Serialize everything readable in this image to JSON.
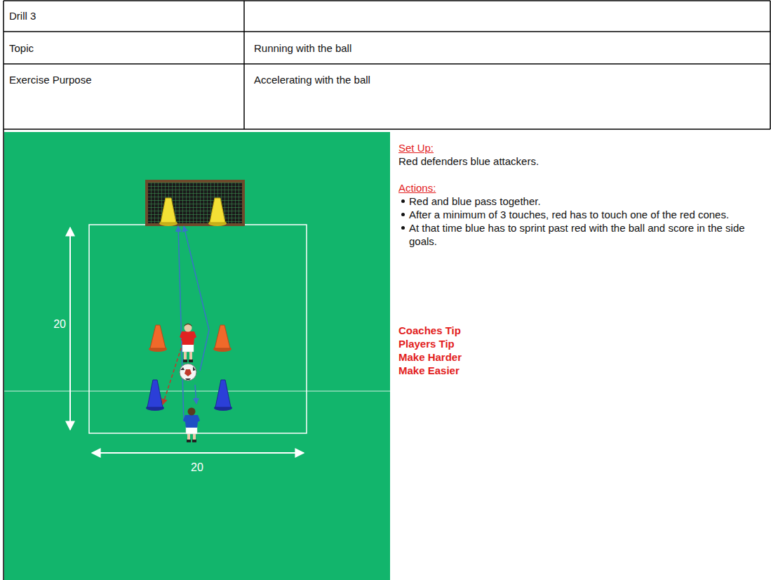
{
  "diagram": {
    "labels": [
      "Drill 3",
      "Topic",
      "Running with the ball",
      "Exercise Purpose",
      "Accelerating with the ball",
      "20",
      "20",
      "Set Up:",
      "Red defenders blue attackers.",
      "Actions:",
      "Red and blue pass together.",
      "After a minimum of 3 touches, red has to touch one of the red cones.",
      "At that time blue has to sprint past red with the ball and score in the side goals.",
      "Coaches Tip",
      "Players Tip",
      "Make Harder",
      "Make Easier"
    ]
  }
}
